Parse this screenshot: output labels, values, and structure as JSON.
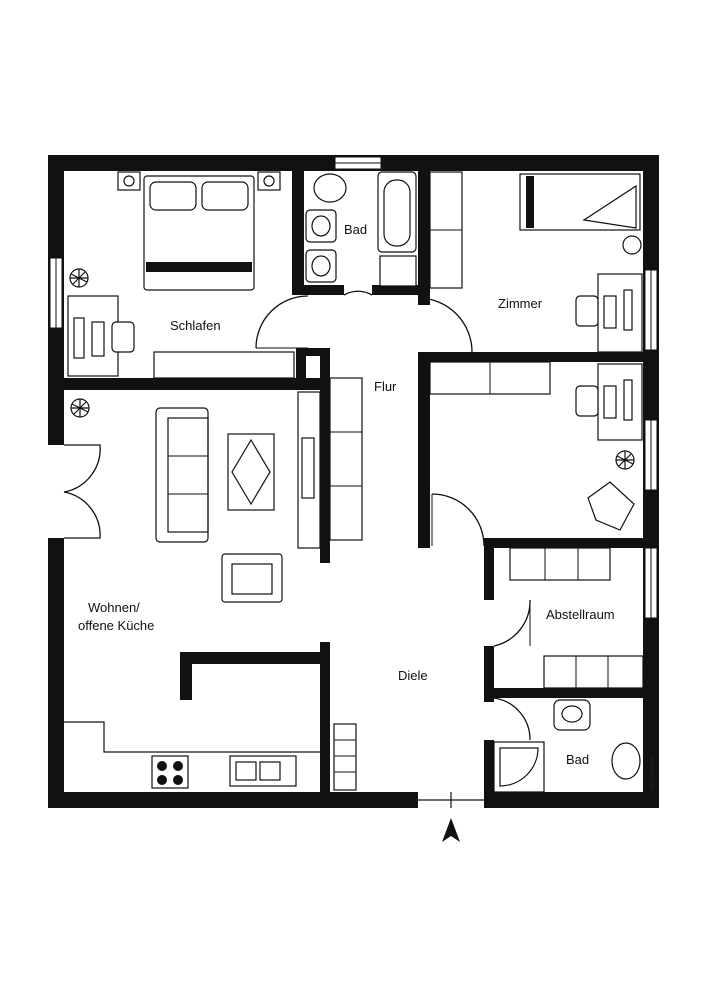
{
  "rooms": {
    "schlafen": "Schlafen",
    "bad_top": "Bad",
    "zimmer": "Zimmer",
    "flur": "Flur",
    "wohnen_line1": "Wohnen/",
    "wohnen_line2": "offene Küche",
    "abstellraum": "Abstellraum",
    "diele": "Diele",
    "bad_bottom": "Bad"
  },
  "credit": "McGrundriss",
  "north_arrow_icon": "north-arrow-icon"
}
